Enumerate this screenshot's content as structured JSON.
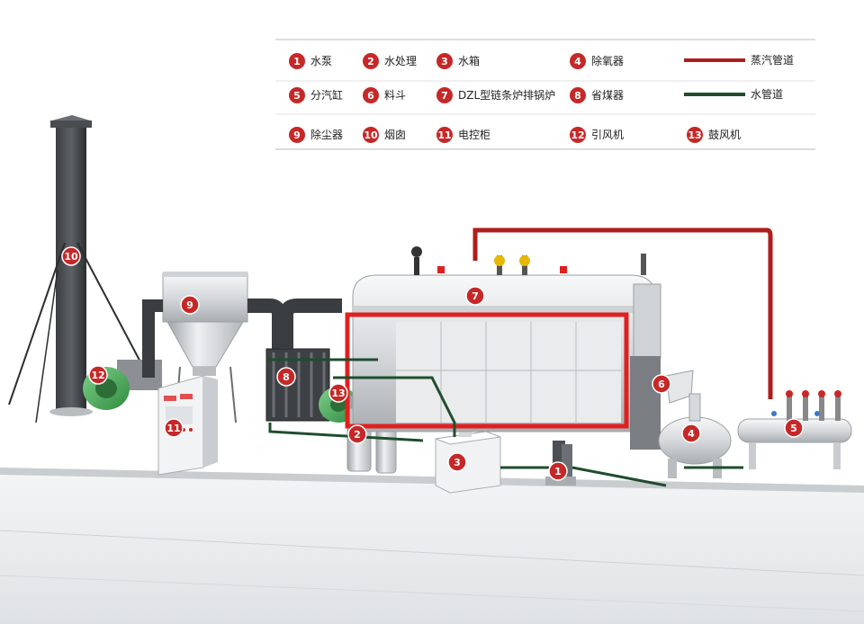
{
  "legend": {
    "items": [
      {
        "num": "1",
        "label": "水泵"
      },
      {
        "num": "2",
        "label": "水处理"
      },
      {
        "num": "3",
        "label": "水箱"
      },
      {
        "num": "4",
        "label": "除氧器"
      },
      {
        "num": "5",
        "label": "分汽缸"
      },
      {
        "num": "6",
        "label": "料斗"
      },
      {
        "num": "7",
        "label": "DZL型链条炉排锅炉"
      },
      {
        "num": "8",
        "label": "省煤器"
      },
      {
        "num": "9",
        "label": "除尘器"
      },
      {
        "num": "10",
        "label": "烟囱"
      },
      {
        "num": "11",
        "label": "电控柜"
      },
      {
        "num": "12",
        "label": "引风机"
      },
      {
        "num": "13",
        "label": "鼓风机"
      }
    ],
    "lines": [
      {
        "label": "蒸汽管道",
        "color": "#b01c1c"
      },
      {
        "label": "水管道",
        "color": "#1f4d2e"
      }
    ]
  },
  "markers": [
    "10",
    "9",
    "12",
    "11",
    "8",
    "13",
    "7",
    "6",
    "2",
    "3",
    "1",
    "4",
    "5"
  ],
  "colors": {
    "marker": "#c62828",
    "steam": "#b01c1c",
    "water": "#1f4d2e",
    "boiler_frame": "#e02020"
  }
}
